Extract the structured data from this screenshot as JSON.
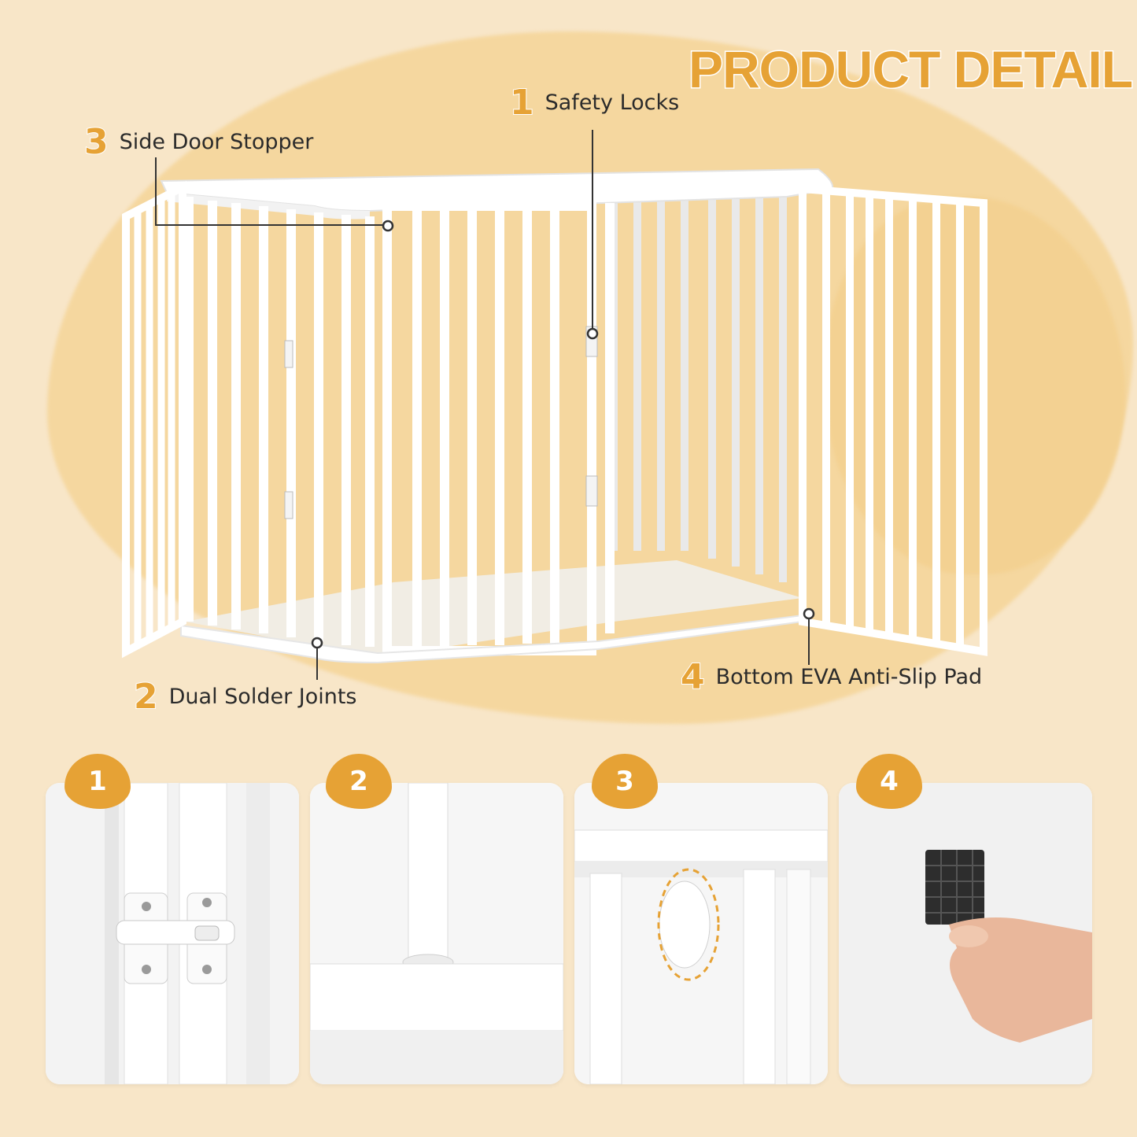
{
  "title": "PRODUCT DETAIL",
  "callouts": [
    {
      "num": "1",
      "label": "Safety Locks"
    },
    {
      "num": "2",
      "label": "Dual Solder Joints"
    },
    {
      "num": "3",
      "label": "Side Door Stopper"
    },
    {
      "num": "4",
      "label": "Bottom EVA Anti-Slip Pad"
    }
  ],
  "badges": [
    "1",
    "2",
    "3",
    "4"
  ],
  "colors": {
    "accent": "#e6a235",
    "background": "#f8e6c8",
    "highlight": "#f5d79f"
  }
}
